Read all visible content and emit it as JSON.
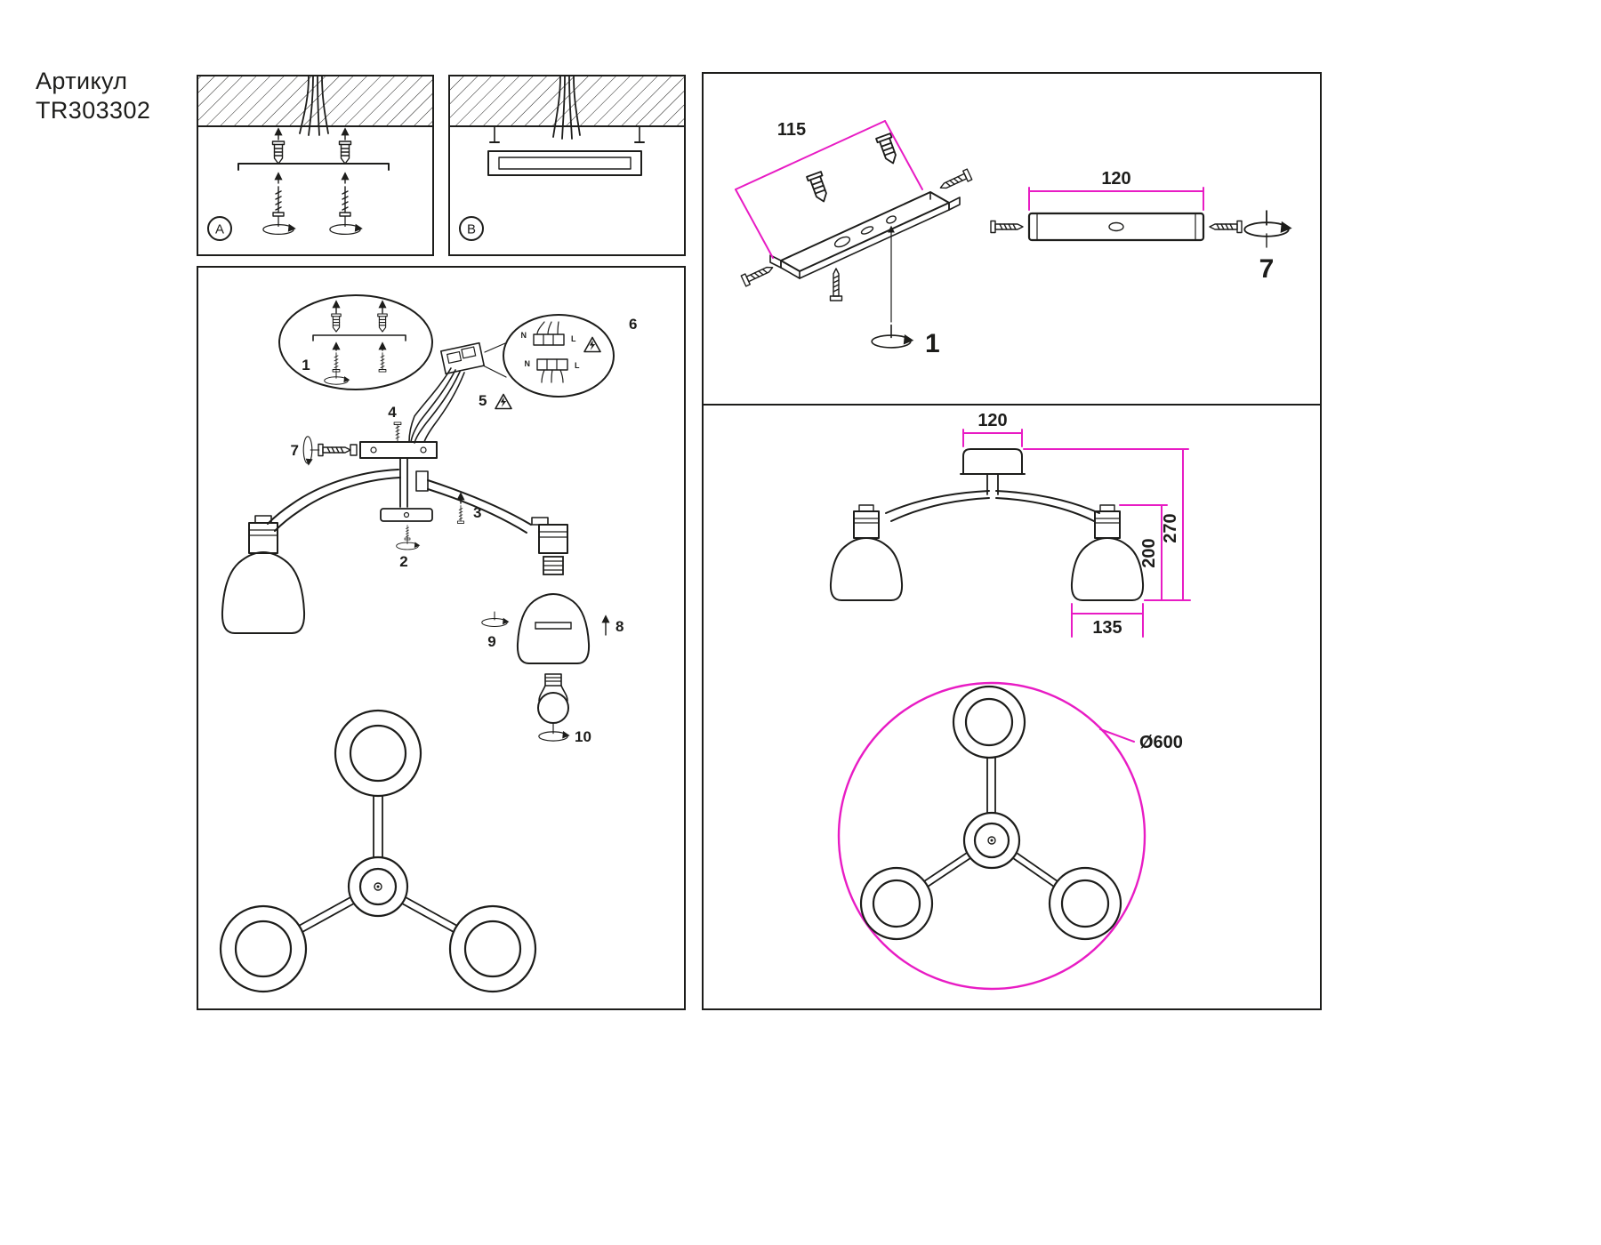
{
  "colors": {
    "accent": "#e81cc4",
    "line": "#1d1d1b",
    "bg": "#ffffff"
  },
  "header": {
    "label": "Артикул",
    "code": "TR303302"
  },
  "panel_a": {
    "label": "A"
  },
  "panel_b": {
    "label": "B"
  },
  "exploded": {
    "step_1": "1",
    "step_2": "2",
    "step_3": "3",
    "step_4": "4",
    "step_5": "5",
    "step_6": "6",
    "step_7": "7",
    "step_8": "8",
    "step_9": "9",
    "step_10": "10",
    "wiring": {
      "n_top": "N",
      "l_top": "L",
      "n_bottom": "N",
      "l_bottom": "L"
    }
  },
  "bracket_view": {
    "dim_length": "115",
    "dim_width": "120",
    "step_install": "1",
    "step_screw": "7"
  },
  "dimension_view": {
    "dim_canopy": "120",
    "dim_shade_height": "200",
    "dim_total_height": "270",
    "dim_shade_width": "135",
    "dim_diameter": "Ø600"
  }
}
